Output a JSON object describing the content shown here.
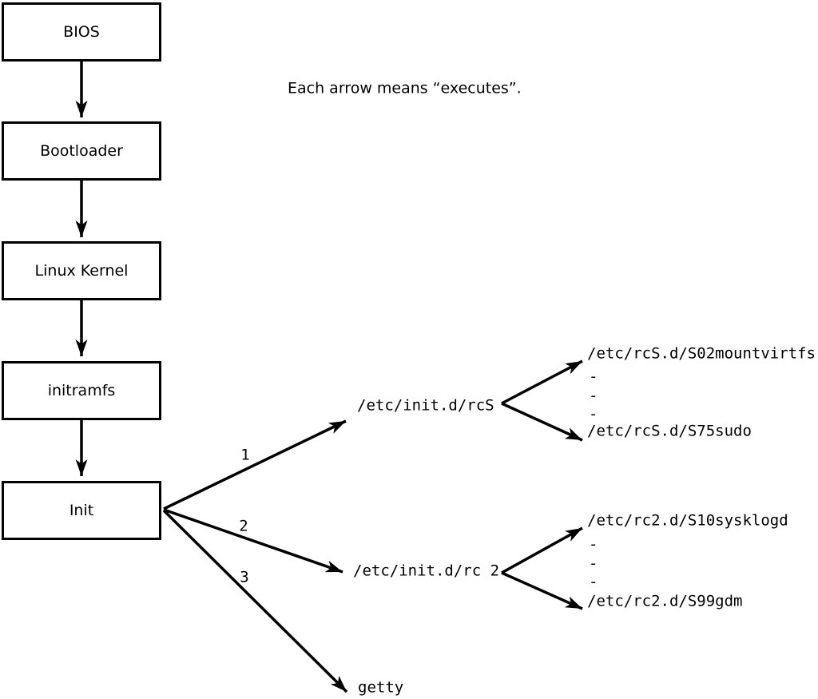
{
  "note": "Each arrow means “executes”.",
  "chain": [
    {
      "label": "BIOS"
    },
    {
      "label": "Bootloader"
    },
    {
      "label": "Linux Kernel"
    },
    {
      "label": "initramfs"
    },
    {
      "label": "Init"
    }
  ],
  "branches": [
    {
      "order": "1",
      "target": "/etc/init.d/rcS"
    },
    {
      "order": "2",
      "target": "/etc/init.d/rc 2"
    },
    {
      "order": "3",
      "target": "getty"
    }
  ],
  "rcS_children": {
    "first": "/etc/rcS.d/S02mountvirtfs",
    "dots": [
      "-",
      "-",
      "-"
    ],
    "last": "/etc/rcS.d/S75sudo"
  },
  "rc2_children": {
    "first": "/etc/rc2.d/S10sysklogd",
    "dots": [
      "-",
      "-",
      "-"
    ],
    "last": "/etc/rc2.d/S99gdm"
  },
  "colors": {
    "ink": "#000000",
    "background": "#ffffff"
  }
}
